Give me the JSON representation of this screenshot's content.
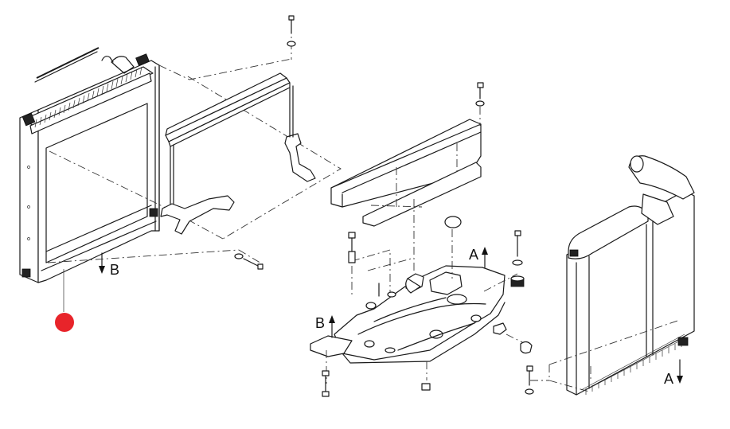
{
  "labels": {
    "left_arrow": "B",
    "center_top_arrow": "A",
    "center_left_arrow": "B",
    "right_arrow": "A"
  },
  "colors": {
    "line": "#1a1a1a",
    "background": "#ffffff",
    "marker": "#e8242a"
  }
}
